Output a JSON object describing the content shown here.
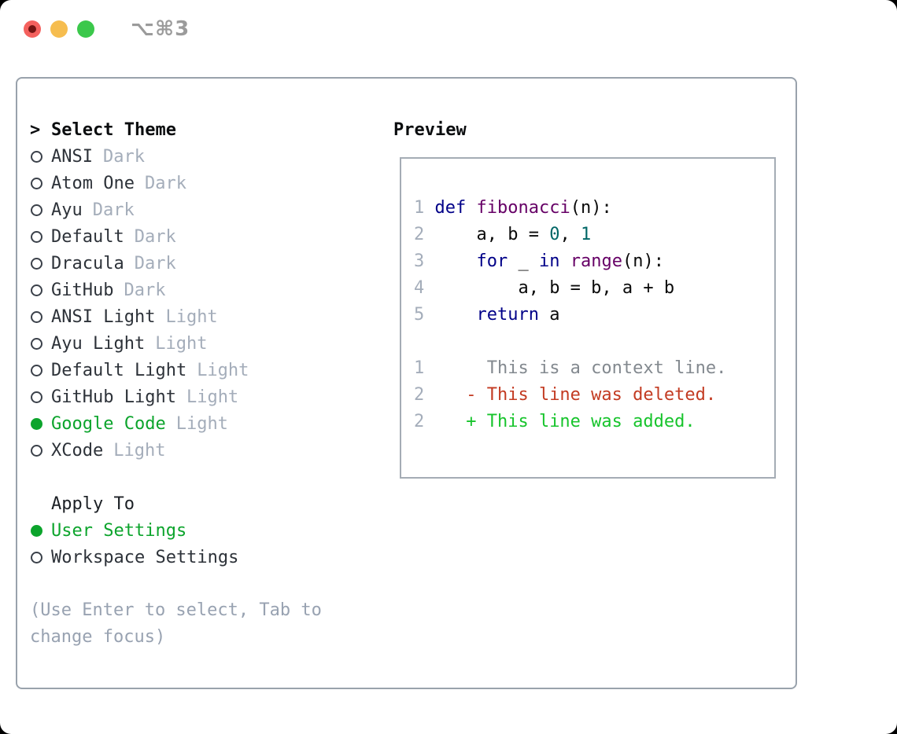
{
  "titlebar": {
    "title": "⌥⌘3"
  },
  "theme_picker": {
    "header_prefix": ">",
    "header": "Select Theme",
    "items": [
      {
        "name": "ANSI",
        "variant": "Dark",
        "selected": false
      },
      {
        "name": "Atom One",
        "variant": "Dark",
        "selected": false
      },
      {
        "name": "Ayu",
        "variant": "Dark",
        "selected": false
      },
      {
        "name": "Default",
        "variant": "Dark",
        "selected": false
      },
      {
        "name": "Dracula",
        "variant": "Dark",
        "selected": false
      },
      {
        "name": "GitHub",
        "variant": "Dark",
        "selected": false
      },
      {
        "name": "ANSI Light",
        "variant": "Light",
        "selected": false
      },
      {
        "name": "Ayu Light",
        "variant": "Light",
        "selected": false
      },
      {
        "name": "Default Light",
        "variant": "Light",
        "selected": false
      },
      {
        "name": "GitHub Light",
        "variant": "Light",
        "selected": false
      },
      {
        "name": "Google Code",
        "variant": "Light",
        "selected": true
      },
      {
        "name": "XCode",
        "variant": "Light",
        "selected": false
      }
    ],
    "apply_to": {
      "header": "Apply To",
      "options": [
        {
          "name": "User Settings",
          "selected": true
        },
        {
          "name": "Workspace Settings",
          "selected": false
        }
      ]
    },
    "help": [
      "(Use Enter to select, Tab to",
      "change focus)"
    ]
  },
  "preview": {
    "label": "Preview",
    "code_lines": [
      {
        "segs": [
          {
            "t": "1 ",
            "c": "ln"
          },
          {
            "t": "def ",
            "c": "kw"
          },
          {
            "t": "fibonacci",
            "c": "fn"
          },
          {
            "t": "(n):",
            "c": "pl"
          }
        ]
      },
      {
        "segs": [
          {
            "t": "2 ",
            "c": "ln"
          },
          {
            "t": "    a, b = ",
            "c": "pl"
          },
          {
            "t": "0",
            "c": "num"
          },
          {
            "t": ", ",
            "c": "pl"
          },
          {
            "t": "1",
            "c": "num"
          }
        ]
      },
      {
        "segs": [
          {
            "t": "3 ",
            "c": "ln"
          },
          {
            "t": "    ",
            "c": "pl"
          },
          {
            "t": "for",
            "c": "kw"
          },
          {
            "t": " _ ",
            "c": "pl"
          },
          {
            "t": "in",
            "c": "kw"
          },
          {
            "t": " ",
            "c": "pl"
          },
          {
            "t": "range",
            "c": "fn"
          },
          {
            "t": "(n):",
            "c": "pl"
          }
        ]
      },
      {
        "segs": [
          {
            "t": "4 ",
            "c": "ln"
          },
          {
            "t": "        a, b = b, a + b",
            "c": "pl"
          }
        ]
      },
      {
        "segs": [
          {
            "t": "5 ",
            "c": "ln"
          },
          {
            "t": "    ",
            "c": "pl"
          },
          {
            "t": "return",
            "c": "kw"
          },
          {
            "t": " a",
            "c": "pl"
          }
        ]
      },
      {
        "segs": []
      },
      {
        "segs": [
          {
            "t": "1",
            "c": "ln"
          },
          {
            "t": "      This is a context line.",
            "c": "ctx"
          }
        ]
      },
      {
        "segs": [
          {
            "t": "2",
            "c": "ln"
          },
          {
            "t": "    - This line was deleted.",
            "c": "del"
          }
        ]
      },
      {
        "segs": [
          {
            "t": "2",
            "c": "ln"
          },
          {
            "t": "    + This line was added.",
            "c": "add"
          }
        ]
      }
    ]
  },
  "colors": {
    "selected_green": "#0ca42c",
    "added_green": "#17c42c",
    "deleted_red": "#c33b22",
    "keyword_blue": "#000088",
    "function_purple": "#660066",
    "number_teal": "#006666",
    "muted_gray": "#a4adba",
    "help_gray": "#98a2b1",
    "panel_border": "#99a2ac",
    "traffic_red": "#f4615e",
    "traffic_yellow": "#f6bd4f",
    "traffic_green": "#3bc84b"
  }
}
